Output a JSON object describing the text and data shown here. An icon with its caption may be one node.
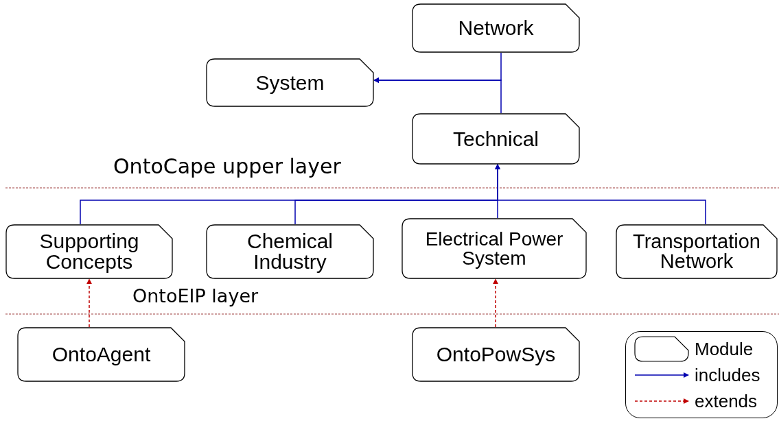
{
  "diagram": {
    "nodes": [
      {
        "text": [
          "Network"
        ]
      },
      {
        "text": [
          "System"
        ]
      },
      {
        "text": [
          "Technical"
        ]
      },
      {
        "text": [
          "Supporting Concepts"
        ]
      },
      {
        "text": [
          "Chemical Industry"
        ]
      },
      {
        "text": [
          "Electrical Power System"
        ]
      },
      {
        "text": [
          "Transportation Network"
        ]
      },
      {
        "text": [
          "OntoAgent"
        ]
      },
      {
        "text": [
          "OntoPowSys"
        ]
      }
    ],
    "edges": [
      {
        "from": 0,
        "to": 1,
        "arrow": "to"
      },
      {
        "from": 2,
        "to": 1,
        "arrow": "to"
      },
      {
        "from": 3,
        "to": 2,
        "arrow": "to"
      },
      {
        "from": 4,
        "to": 2,
        "arrow": "to"
      },
      {
        "from": 5,
        "to": 2,
        "arrow": "to"
      },
      {
        "from": 6,
        "to": 2,
        "arrow": "to"
      },
      {
        "from": 7,
        "to": 3,
        "arrow": "to",
        "style": "dashed",
        "color": "#c00000"
      },
      {
        "from": 8,
        "to": 5,
        "arrow": "to",
        "style": "dashed",
        "color": "#c00000"
      }
    ],
    "labels": [
      "OntoCape upper layer",
      "OntoEIP layer"
    ],
    "legend": [
      {
        "text": "Module"
      },
      {
        "text": "includes"
      },
      {
        "text": "extends"
      }
    ]
  }
}
